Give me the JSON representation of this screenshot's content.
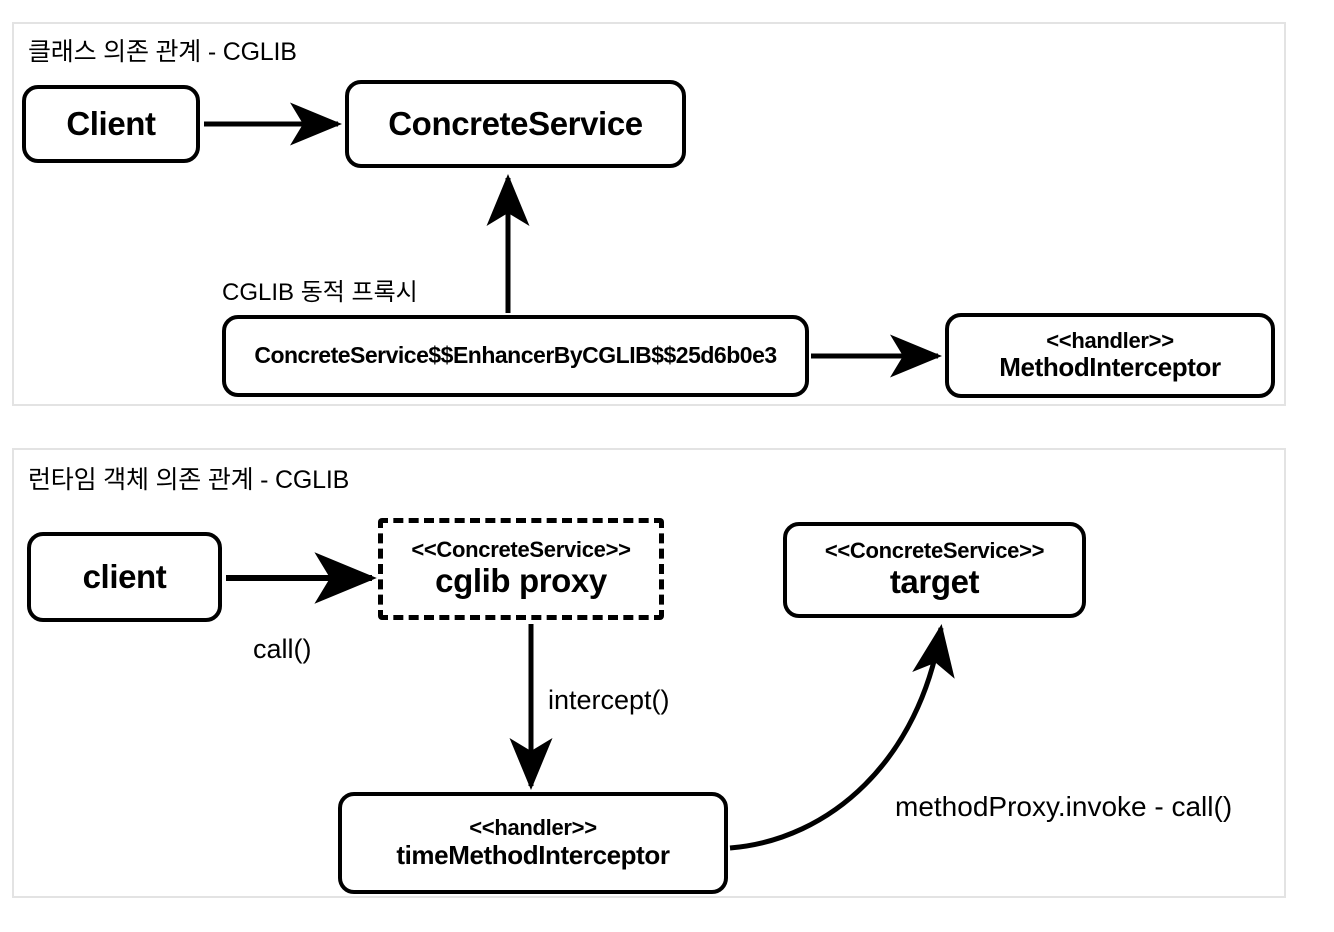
{
  "panels": [
    {
      "id": "class",
      "title": "클래스 의존 관계 - CGLIB",
      "proxy_caption": "CGLIB 동적 프록시",
      "nodes": {
        "client": {
          "name": "Client"
        },
        "concrete_service": {
          "name": "ConcreteService"
        },
        "cglib_proxy": {
          "name": "ConcreteService$$EnhancerByCGLIB$$25d6b0e3"
        },
        "method_interceptor": {
          "stereotype": "<<handler>>",
          "name": "MethodInterceptor"
        }
      },
      "edges": [
        {
          "from": "client",
          "to": "concrete_service",
          "style": "solid",
          "arrow": "filled",
          "label": ""
        },
        {
          "from": "cglib_proxy",
          "to": "concrete_service",
          "style": "solid",
          "arrow": "filled",
          "label": ""
        },
        {
          "from": "cglib_proxy",
          "to": "method_interceptor",
          "style": "solid",
          "arrow": "filled",
          "label": ""
        }
      ]
    },
    {
      "id": "runtime",
      "title": "런타임 객체 의존 관계 - CGLIB",
      "nodes": {
        "client": {
          "name": "client"
        },
        "cglib_proxy": {
          "stereotype": "<<ConcreteService>>",
          "name": "cglib proxy",
          "border": "dashed"
        },
        "target": {
          "stereotype": "<<ConcreteService>>",
          "name": "target"
        },
        "time_interceptor": {
          "stereotype": "<<handler>>",
          "name": "timeMethodInterceptor"
        }
      },
      "edges": [
        {
          "from": "client",
          "to": "cglib_proxy",
          "style": "solid",
          "arrow": "filled",
          "label": "call()"
        },
        {
          "from": "cglib_proxy",
          "to": "time_interceptor",
          "style": "solid",
          "arrow": "filled",
          "label": "intercept()"
        },
        {
          "from": "time_interceptor",
          "to": "target",
          "style": "curved",
          "arrow": "filled",
          "label": "methodProxy.invoke - call()"
        }
      ]
    }
  ],
  "colors": {
    "panel_border": "#e3e3e3",
    "node_border": "#000000",
    "background": "#ffffff",
    "text": "#000000"
  }
}
